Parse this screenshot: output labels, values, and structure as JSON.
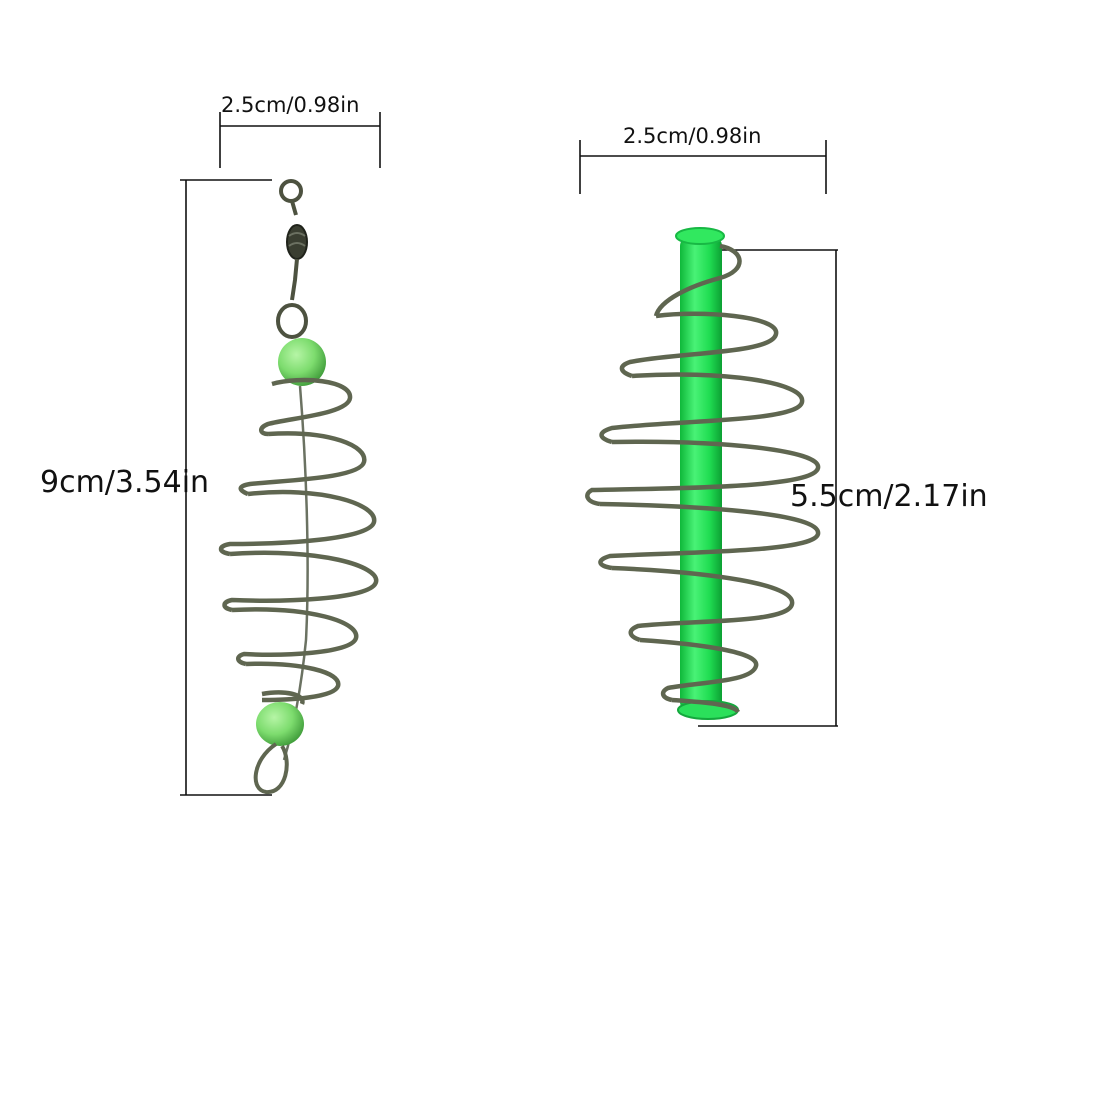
{
  "left_feeder": {
    "width_label": "2.5cm/0.98in",
    "length_label": "9cm/3.54in"
  },
  "right_feeder": {
    "width_label": "2.5cm/0.98in",
    "length_label": "5.5cm/2.17in"
  },
  "colors": {
    "wire": "#5f6650",
    "bead": "#7ddc6e",
    "tube": "#22e052",
    "dimension_line": "#111111",
    "background": "#ffffff"
  }
}
